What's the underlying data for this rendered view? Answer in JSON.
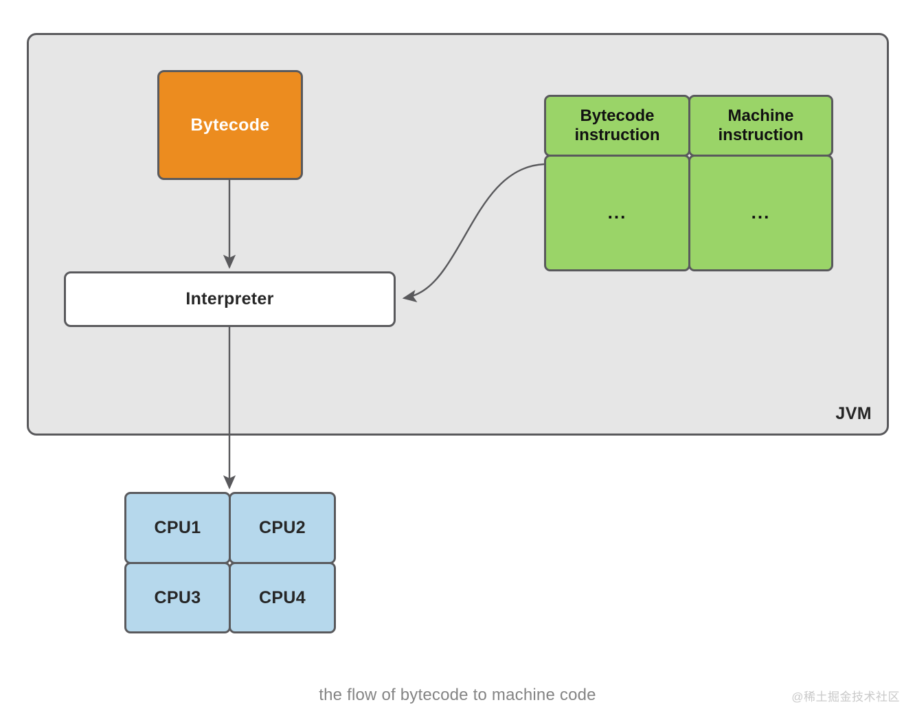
{
  "diagram": {
    "caption": "the flow of bytecode to machine code",
    "watermark": "@稀土掘金技术社区",
    "container": {
      "label": "JVM",
      "fill": "#e6e6e6",
      "stroke": "#59595c"
    },
    "nodes": {
      "bytecode": {
        "label": "Bytecode",
        "fill": "#ec8c1f",
        "text_color": "#ffffff",
        "stroke": "#59595c"
      },
      "interpreter": {
        "label": "Interpreter",
        "fill": "#ffffff",
        "text_color": "#262626",
        "stroke": "#59595c"
      }
    },
    "instruction_table": {
      "fill": "#9ad468",
      "stroke": "#59595c",
      "cells": [
        {
          "label": "Bytecode instruction",
          "line1": "Bytecode",
          "line2": "instruction"
        },
        {
          "label": "Machine instruction",
          "line1": "Machine",
          "line2": "instruction"
        },
        {
          "label": "...",
          "line1": "...",
          "line2": ""
        },
        {
          "label": "...",
          "line1": "...",
          "line2": ""
        }
      ]
    },
    "cpu_grid": {
      "fill": "#b6d8ec",
      "stroke": "#59595c",
      "cells": [
        {
          "label": "CPU1"
        },
        {
          "label": "CPU2"
        },
        {
          "label": "CPU3"
        },
        {
          "label": "CPU4"
        }
      ]
    },
    "edges": [
      {
        "name": "bytecode-to-interpreter",
        "from": "Bytecode",
        "to": "Interpreter",
        "style": "straight-arrow-down"
      },
      {
        "name": "instruction-table-to-interpreter",
        "from": "Bytecode instruction",
        "to": "Interpreter",
        "style": "curved-arrow-left"
      },
      {
        "name": "interpreter-to-cpu",
        "from": "Interpreter",
        "to": "CPU grid",
        "style": "straight-arrow-down"
      }
    ]
  }
}
